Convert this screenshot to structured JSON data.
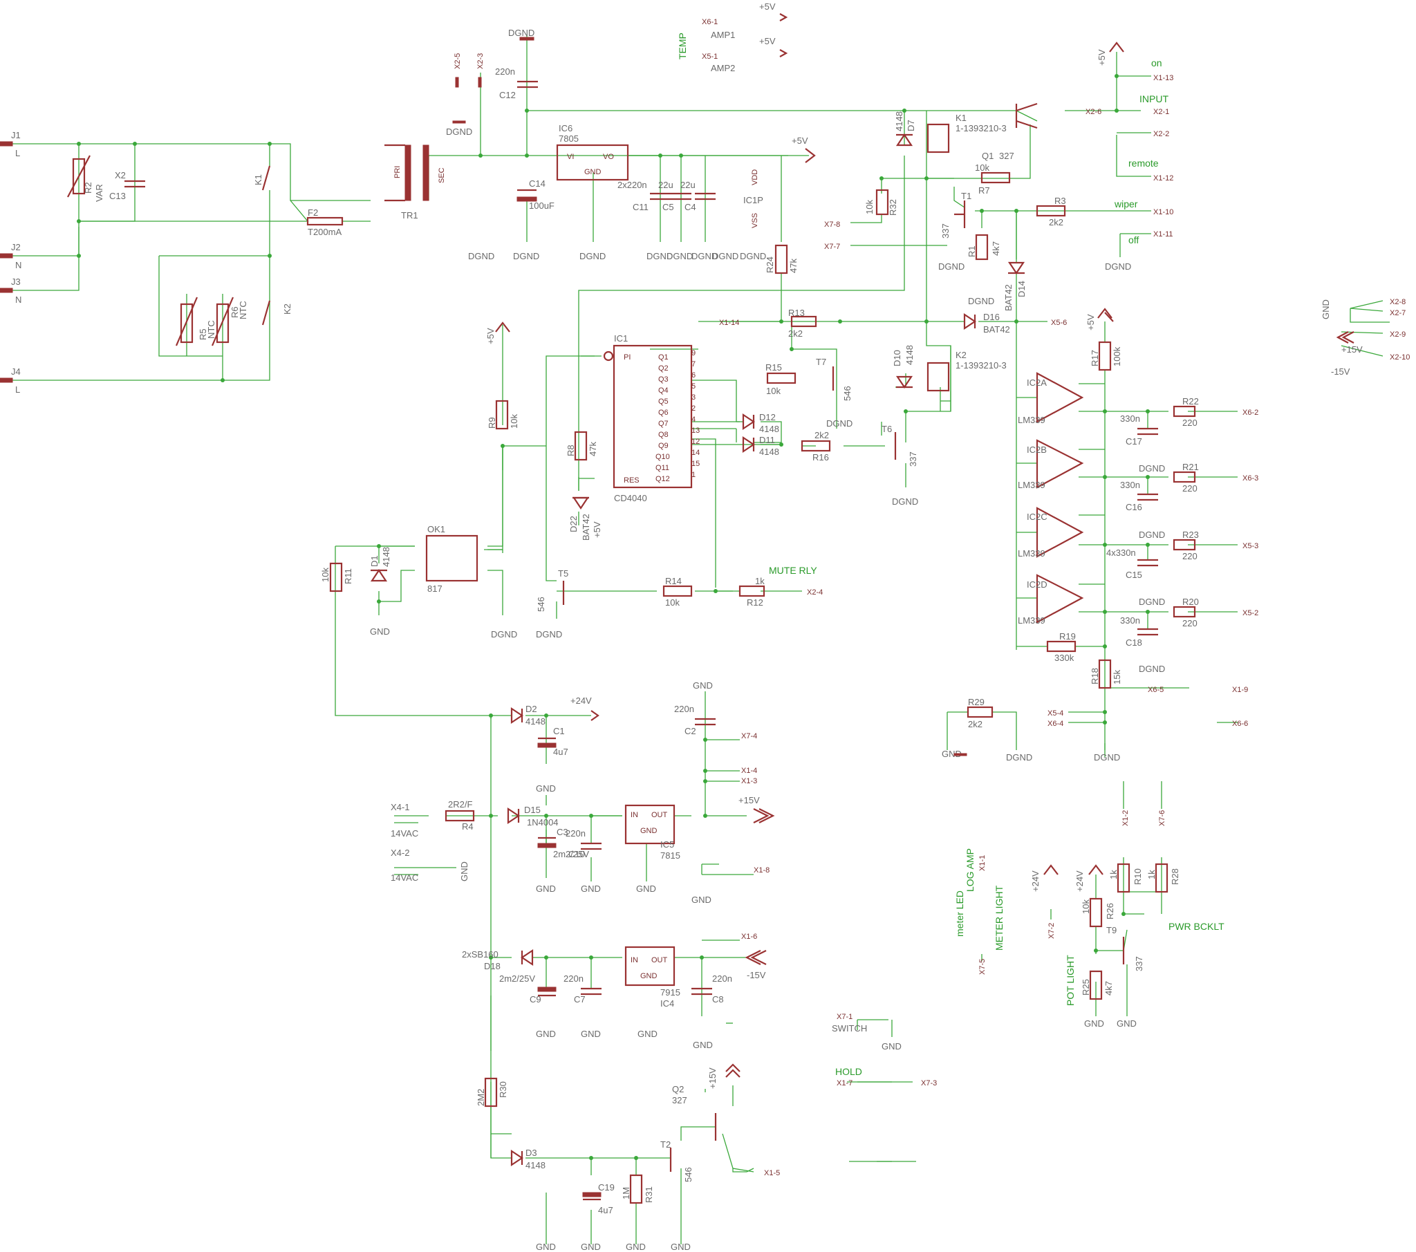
{
  "connectors": [
    "J1",
    "J2",
    "J3",
    "J4",
    "X2",
    "X2-5",
    "X2-3",
    "X6-1",
    "X5-1",
    "X2-6",
    "X1-13",
    "X2-1",
    "X2-2",
    "X1-12",
    "X1-10",
    "X1-11",
    "X7-8",
    "X7-7",
    "X1-14",
    "X5-6",
    "X2-8",
    "X2-7",
    "X2-9",
    "X2-10",
    "X6-2",
    "X6-3",
    "X5-3",
    "X5-2",
    "X6-5",
    "X1-9",
    "X5-4",
    "X6-4",
    "X6-6",
    "X2-4",
    "X7-4",
    "X1-4",
    "X1-3",
    "X1-8",
    "X1-6",
    "X1-5",
    "X4-1",
    "X4-2",
    "X7-1",
    "X1-7",
    "X7-3",
    "X1-2",
    "X7-6",
    "X7-2",
    "X7-5",
    "X1-1"
  ],
  "connector_suffix": {
    "J1": "L",
    "J2": "N",
    "J3": "N",
    "J4": "L",
    "X4-1": "14VAC",
    "X4-2": "14VAC",
    "X6-1": "AMP1",
    "X5-1": "AMP2",
    "X7-1": "SWITCH"
  },
  "components": {
    "R2": {
      "name": "R2",
      "value": "VAR"
    },
    "X2": {
      "name": "X2",
      "value": "C13"
    },
    "K1": {
      "name": "K1",
      "value": "1-1393210-3"
    },
    "K2": {
      "name": "K2",
      "value": "1-1393210-3"
    },
    "F2": {
      "name": "F2",
      "value": "T200mA"
    },
    "TR1": {
      "name": "TR1",
      "value": ""
    },
    "R5": {
      "name": "R5",
      "value": "NTC"
    },
    "R6": {
      "name": "R6",
      "value": "NTC"
    },
    "C12": {
      "name": "C12",
      "value": "220n"
    },
    "IC6": {
      "name": "IC6",
      "value": "7805"
    },
    "C14": {
      "name": "C14",
      "value": "100uF"
    },
    "C11": {
      "name": "C11",
      "value": "2x220n"
    },
    "C5": {
      "name": "C5",
      "value": "22u"
    },
    "C4": {
      "name": "C4",
      "value": "22u"
    },
    "IC1P": {
      "name": "IC1P",
      "value": ""
    },
    "R24": {
      "name": "R24",
      "value": "47k"
    },
    "D7": {
      "name": "D7",
      "value": "4148"
    },
    "Q1": {
      "name": "Q1",
      "value": "327"
    },
    "R7": {
      "name": "R7",
      "value": "10k"
    },
    "R32": {
      "name": "R32",
      "value": "10k"
    },
    "T1": {
      "name": "T1",
      "value": "337"
    },
    "R1": {
      "name": "R1",
      "value": "4k7"
    },
    "R3": {
      "name": "R3",
      "value": "2k2"
    },
    "D14": {
      "name": "D14",
      "value": "BAT42"
    },
    "R13": {
      "name": "R13",
      "value": "2k2"
    },
    "D16": {
      "name": "D16",
      "value": "BAT42"
    },
    "R17": {
      "name": "R17",
      "value": "100k"
    },
    "IC1": {
      "name": "IC1",
      "value": "CD4040"
    },
    "R15": {
      "name": "R15",
      "value": "10k"
    },
    "T7": {
      "name": "T7",
      "value": "546"
    },
    "D10": {
      "name": "D10",
      "value": "4148"
    },
    "D12": {
      "name": "D12",
      "value": "4148"
    },
    "D11": {
      "name": "D11",
      "value": "4148"
    },
    "R16": {
      "name": "R16",
      "value": "2k2"
    },
    "T6": {
      "name": "T6",
      "value": "337"
    },
    "R9": {
      "name": "R9",
      "value": "10k"
    },
    "R8": {
      "name": "R8",
      "value": "47k"
    },
    "D22": {
      "name": "D22",
      "value": "BAT42"
    },
    "OK1": {
      "name": "OK1",
      "value": "817"
    },
    "R11": {
      "name": "R11",
      "value": "10k"
    },
    "D1": {
      "name": "D1",
      "value": "4148"
    },
    "T5": {
      "name": "T5",
      "value": "546"
    },
    "R14": {
      "name": "R14",
      "value": "10k"
    },
    "R12": {
      "name": "R12",
      "value": "1k"
    },
    "IC2A": {
      "name": "IC2A",
      "value": "LM339"
    },
    "IC2B": {
      "name": "IC2B",
      "value": "LM339"
    },
    "IC2C": {
      "name": "IC2C",
      "value": "LM339"
    },
    "IC2D": {
      "name": "IC2D",
      "value": "LM339"
    },
    "R22": {
      "name": "R22",
      "value": "220"
    },
    "R21": {
      "name": "R21",
      "value": "220"
    },
    "R23": {
      "name": "R23",
      "value": "220"
    },
    "R20": {
      "name": "R20",
      "value": "220"
    },
    "C17": {
      "name": "C17",
      "value": "330n"
    },
    "C16": {
      "name": "C16",
      "value": "330n"
    },
    "C15": {
      "name": "C15",
      "value": "4x330n"
    },
    "C18": {
      "name": "C18",
      "value": "330n"
    },
    "R19": {
      "name": "R19",
      "value": "330k"
    },
    "R18": {
      "name": "R18",
      "value": "15k"
    },
    "R29": {
      "name": "R29",
      "value": "2k2"
    },
    "D2": {
      "name": "D2",
      "value": "4148"
    },
    "C1": {
      "name": "C1",
      "value": "4u7"
    },
    "C2": {
      "name": "C2",
      "value": "220n"
    },
    "R4": {
      "name": "R4",
      "value": "2R2/F"
    },
    "D15": {
      "name": "D15",
      "value": "1N4004"
    },
    "C3": {
      "name": "C3",
      "value": "2m2/25V"
    },
    "C10": {
      "name": "C10",
      "value": "220n"
    },
    "IC5": {
      "name": "IC5",
      "value": "7815"
    },
    "D18": {
      "name": "D18",
      "value": "2xSB160"
    },
    "C9": {
      "name": "C9",
      "value": "2m2/25V"
    },
    "C7": {
      "name": "C7",
      "value": "220n"
    },
    "IC4": {
      "name": "IC4",
      "value": "7915"
    },
    "C8": {
      "name": "C8",
      "value": "220n"
    },
    "R30": {
      "name": "R30",
      "value": "2M2"
    },
    "Q2": {
      "name": "Q2",
      "value": "327"
    },
    "D3": {
      "name": "D3",
      "value": "4148"
    },
    "C19": {
      "name": "C19",
      "value": "4u7"
    },
    "R31": {
      "name": "R31",
      "value": "1M"
    },
    "T2": {
      "name": "T2",
      "value": "546"
    },
    "R10": {
      "name": "R10",
      "value": "1k"
    },
    "R28": {
      "name": "R28",
      "value": "1k"
    },
    "R26": {
      "name": "R26",
      "value": "10k"
    },
    "T9": {
      "name": "T9",
      "value": "337"
    },
    "R25": {
      "name": "R25",
      "value": "4k7"
    }
  },
  "ic_pins": {
    "vi": "VI",
    "vo": "VO",
    "gnd": "GND",
    "in": "IN",
    "out": "OUT",
    "vdd": "VDD",
    "vss": "VSS",
    "pi": "PI",
    "res": "RES",
    "q": [
      "Q1",
      "Q2",
      "Q3",
      "Q4",
      "Q5",
      "Q6",
      "Q7",
      "Q8",
      "Q9",
      "Q10",
      "Q11",
      "Q12"
    ],
    "q_pins": [
      "9",
      "7",
      "6",
      "5",
      "3",
      "2",
      "4",
      "13",
      "12",
      "14",
      "15",
      "1"
    ],
    "pri": "PRI",
    "sec": "SEC"
  },
  "rails": {
    "gnd": "GND",
    "dgnd": "DGND",
    "p5": "+5V",
    "p15": "+15V",
    "m15": "-15V",
    "p24": "+24V"
  },
  "net_labels": {
    "temp": "TEMP",
    "on": "on",
    "input": "INPUT",
    "remote": "remote",
    "wiper": "wiper",
    "off": "off",
    "mute_rly": "MUTE RLY",
    "meter_led": "meter LED",
    "meter_light": "METER LIGHT",
    "log_amp": "LOG AMP",
    "pot_light": "POT LIGHT",
    "pwr_bcklt": "PWR BCKLT",
    "hold": "HOLD"
  },
  "colors": {
    "wire": "#3aa83a",
    "component": "#9a3232",
    "net_label": "#2a9a2a",
    "text": "#6a6a6a"
  }
}
